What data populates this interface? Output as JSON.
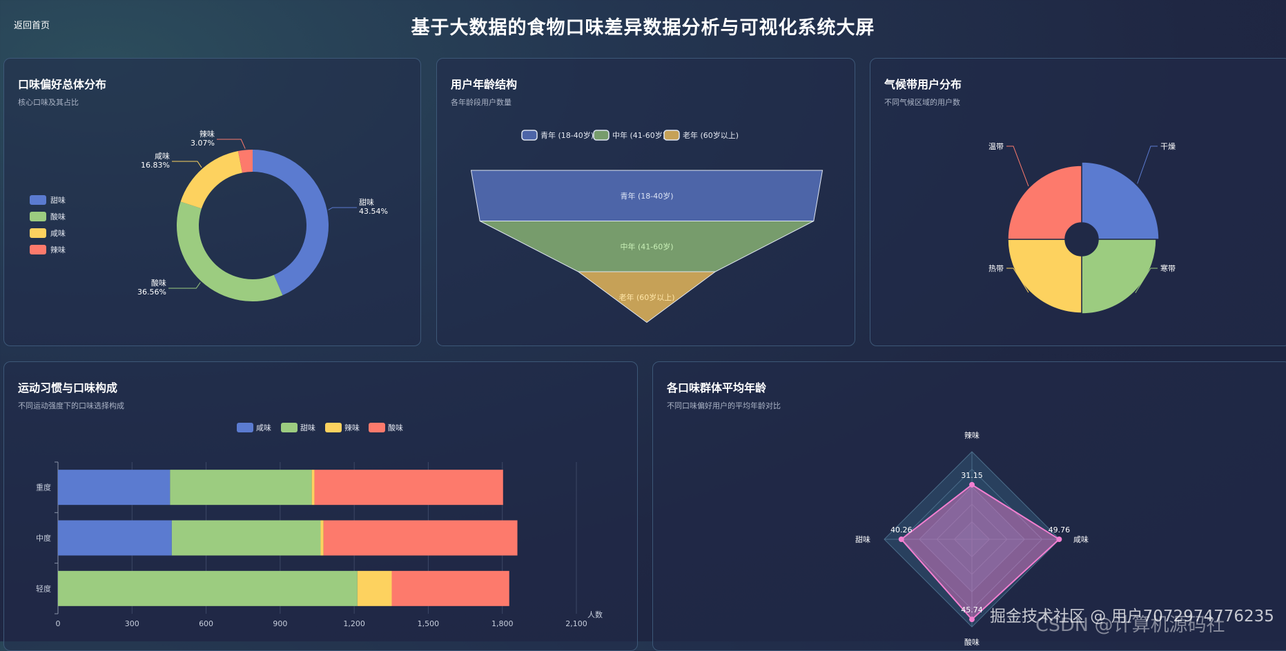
{
  "header": {
    "back_label": "返回首页",
    "title": "基于大数据的食物口味差异数据分析与可视化系统大屏"
  },
  "panels": {
    "taste": {
      "title": "口味偏好总体分布",
      "subtitle": "核心口味及其占比"
    },
    "age": {
      "title": "用户年龄结构",
      "subtitle": "各年龄段用户数量"
    },
    "climate": {
      "title": "气候带用户分布",
      "subtitle": "不同气候区域的用户数"
    },
    "exercise": {
      "title": "运动习惯与口味构成",
      "subtitle": "不同运动强度下的口味选择构成"
    },
    "radar": {
      "title": "各口味群体平均年龄",
      "subtitle": "不同口味偏好用户的平均年龄对比"
    }
  },
  "watermark": {
    "line1": "掘金技术社区 @ 用户7072974776235",
    "line2": "CSDN @计算机源码社"
  },
  "chart_data": [
    {
      "type": "pie",
      "variant": "donut",
      "labels": [
        "甜味",
        "酸味",
        "咸味",
        "辣味"
      ],
      "values": [
        43.54,
        36.56,
        16.83,
        3.07
      ],
      "value_labels": [
        "43.54%",
        "36.56%",
        "16.83%",
        "3.07%"
      ],
      "colors": [
        "#5b7bd0",
        "#9ccc80",
        "#fdd25f",
        "#fd7a6c"
      ],
      "legend": "left"
    },
    {
      "type": "funnel",
      "labels": [
        "青年 (18-40岁)",
        "中年 (41-60岁)",
        "老年 (60岁以上)"
      ],
      "relative_size_percent": [
        100,
        95,
        39
      ],
      "colors": [
        "#4d65a8",
        "#779c6c",
        "#c6a157"
      ],
      "legend": "top"
    },
    {
      "type": "pie",
      "variant": "rose",
      "labels": [
        "干燥",
        "寒带",
        "热带",
        "温带"
      ],
      "values": [
        25,
        25,
        25,
        25
      ],
      "colors": [
        "#5b7bd0",
        "#9ccc80",
        "#fdd25f",
        "#fd7a6c"
      ]
    },
    {
      "type": "bar",
      "orientation": "horizontal",
      "stacked": true,
      "categories": [
        "重度",
        "中度",
        "轻度"
      ],
      "series": [
        {
          "name": "咸味",
          "values": [
            454,
            461,
            0
          ]
        },
        {
          "name": "甜味",
          "values": [
            574,
            603,
            1213
          ]
        },
        {
          "name": "辣味",
          "values": [
            11,
            12,
            139
          ]
        },
        {
          "name": "酸味",
          "values": [
            764,
            785,
            476
          ]
        }
      ],
      "colors": [
        "#5b7bd0",
        "#9ccc80",
        "#fdd25f",
        "#fd7a6c"
      ],
      "xlabel": "人数",
      "xlim": [
        0,
        2100
      ],
      "xticks": [
        "0",
        "300",
        "600",
        "900",
        "1,200",
        "1,500",
        "1,800",
        "2,100"
      ],
      "grid": true,
      "legend": "top"
    },
    {
      "type": "radar",
      "indicators": [
        "辣味",
        "咸味",
        "酸味",
        "甜味"
      ],
      "values": [
        31.15,
        49.76,
        45.74,
        40.26
      ],
      "max": 50,
      "color": "#f27fd0"
    }
  ]
}
